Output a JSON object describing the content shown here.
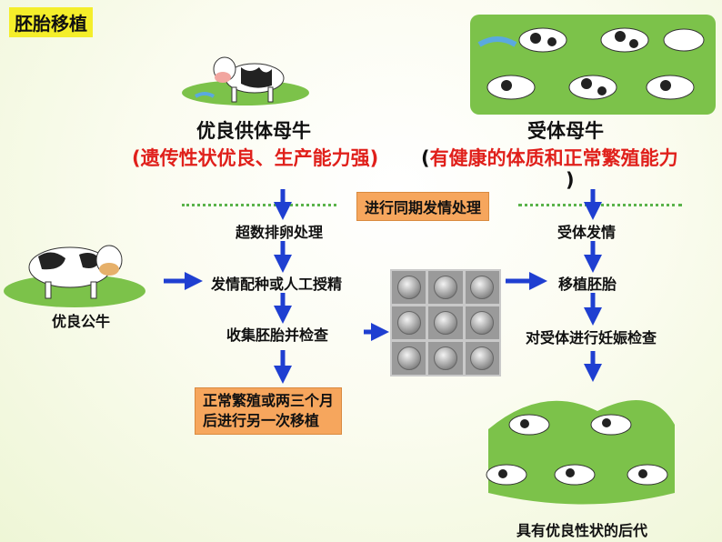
{
  "title": "胚胎移植",
  "donor_cow": {
    "label": "优良供体母牛",
    "traits": "(遗传性状优良、生产能力强)"
  },
  "recipient_cow": {
    "label": "受体母牛",
    "traits_open": "(",
    "traits": "有健康的体质和正常繁殖能力",
    "traits_close": ")"
  },
  "sync_box": "进行同期发情处理",
  "bull": {
    "label": "优良公牛"
  },
  "left_steps": [
    "超数排卵处理",
    "发情配种或人工授精",
    "收集胚胎并检查"
  ],
  "left_box": [
    "正常繁殖或两三个月",
    "后进行另一次移植"
  ],
  "right_steps": [
    "受体发情",
    "移植胚胎",
    "对受体进行妊娠检查"
  ],
  "offspring": {
    "label": "具有优良性状的后代"
  },
  "colors": {
    "arrow": "#1f3fd1",
    "red_text": "#e0201b",
    "title_bg": "#f4ee2a",
    "box_bg": "#f6a65d",
    "dots": "#5ab34a"
  }
}
